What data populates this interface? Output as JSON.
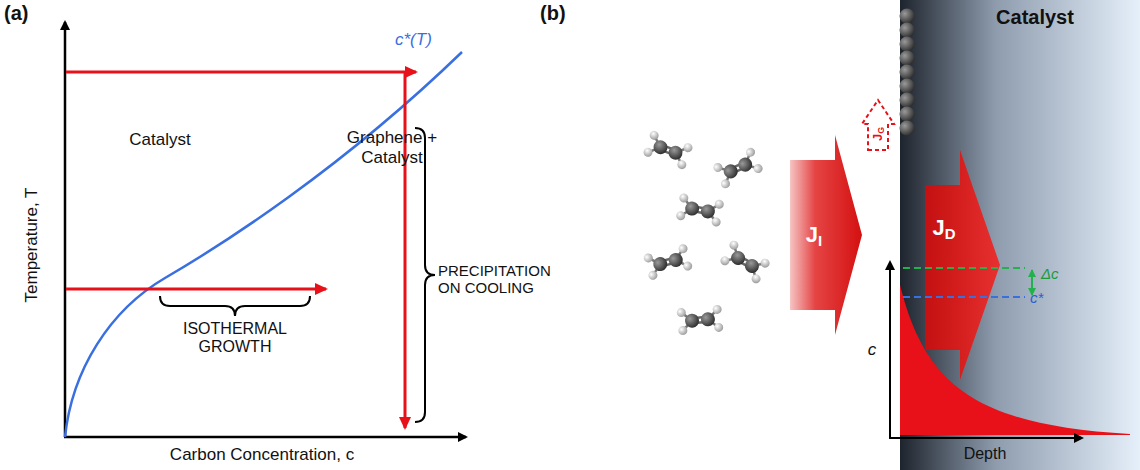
{
  "diagram": {
    "nodes": [
      {
        "text": [
          "Catalyst"
        ]
      }
    ],
    "labels": [
      "(a)",
      "(b)",
      "c*(T)",
      "Catalyst",
      "Graphene + Catalyst",
      "ISOTHERMAL GROWTH",
      "PRECIPITATION ON COOLING",
      "Temperature, T",
      "Carbon Concentration, c",
      "JI",
      "JG",
      "JD",
      "Δc",
      "c*",
      "c",
      "Depth"
    ]
  }
}
